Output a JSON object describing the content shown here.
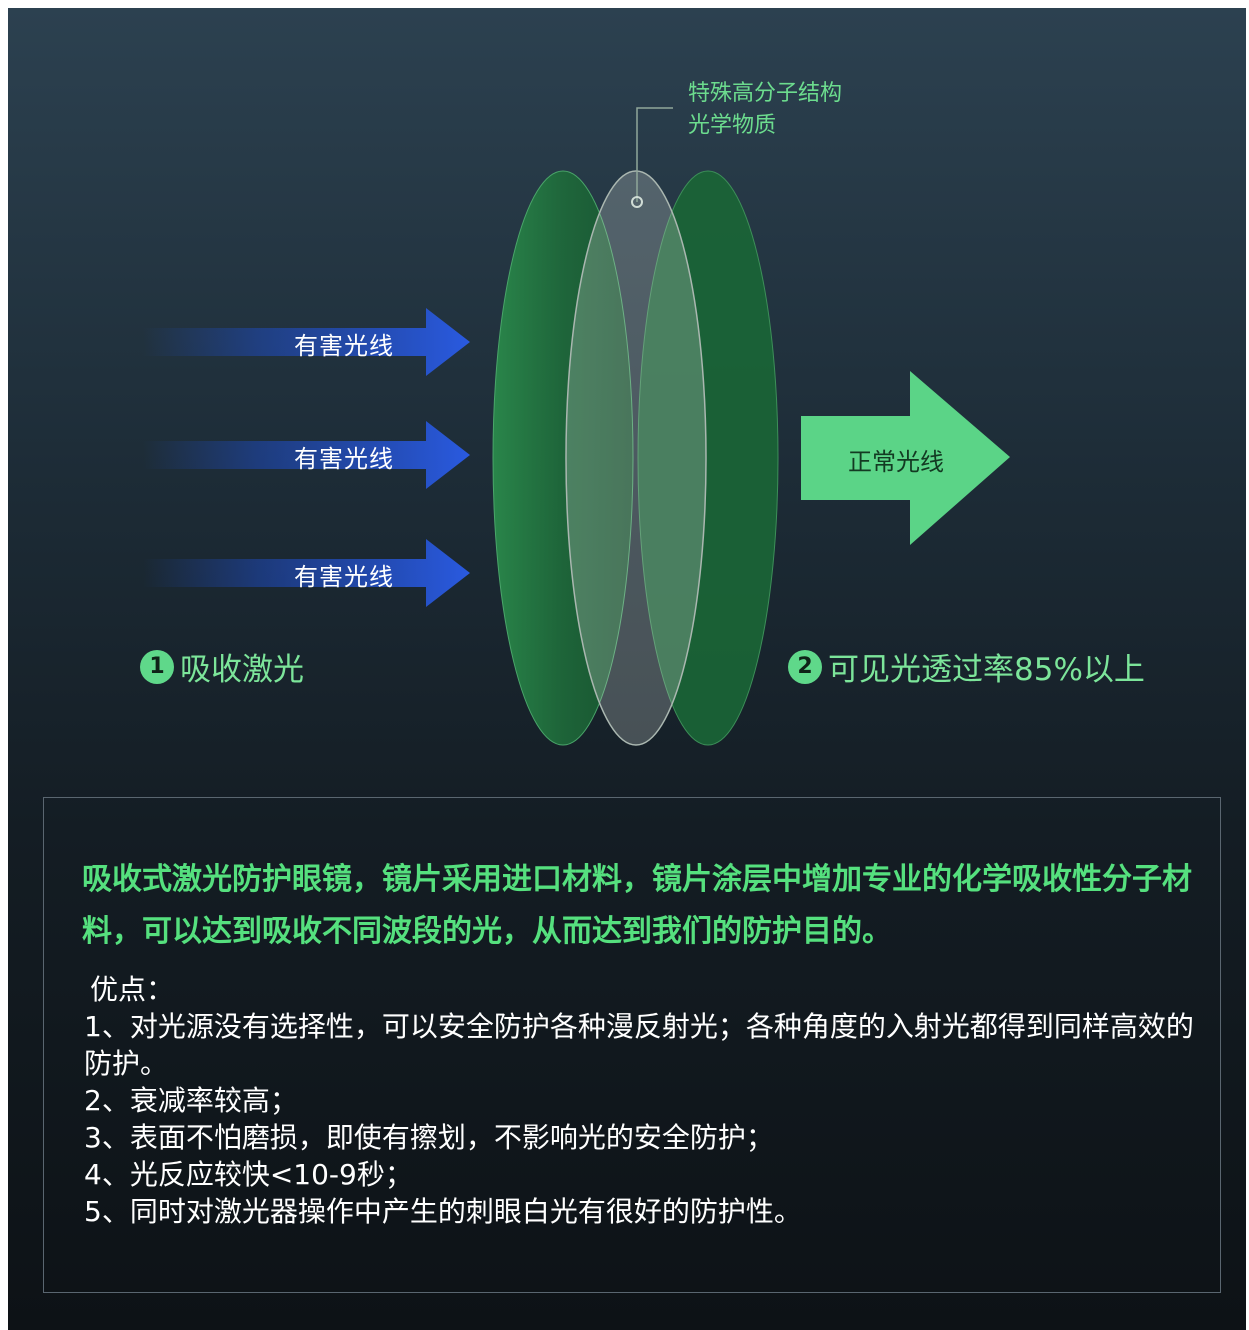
{
  "diagram": {
    "callout": {
      "line1": "特殊高分子结构",
      "line2": "光学物质"
    },
    "incoming_arrows": [
      {
        "label": "有害光线"
      },
      {
        "label": "有害光线"
      },
      {
        "label": "有害光线"
      }
    ],
    "outgoing_arrow": {
      "label": "正常光线"
    },
    "step1": {
      "number": "1",
      "label": "吸收激光"
    },
    "step2": {
      "number": "2",
      "label": "可见光透过率85%以上"
    },
    "colors": {
      "incoming_arrow": "#1f4fd0",
      "outgoing_arrow": "#5bd487",
      "lens": "#1e6b3a",
      "accent_green": "#55e07e"
    },
    "icons": [
      "arrow-right-icon",
      "lens-layer-icon"
    ]
  },
  "info": {
    "headline": "吸收式激光防护眼镜，镜片采用进口材料，镜片涂层中增加专业的化学吸收性分子材料，可以达到吸收不同波段的光，从而达到我们的防护目的。",
    "advantages_title": "优点：",
    "advantages": [
      "1、对光源没有选择性，可以安全防护各种漫反射光；各种角度的入射光都得到同样高效的防护。",
      "2、衰减率较高；",
      "3、表面不怕磨损，即使有擦划，不影响光的安全防护；",
      "4、光反应较快<10-9秒；",
      "5、同时对激光器操作中产生的刺眼白光有很好的防护性。"
    ]
  }
}
